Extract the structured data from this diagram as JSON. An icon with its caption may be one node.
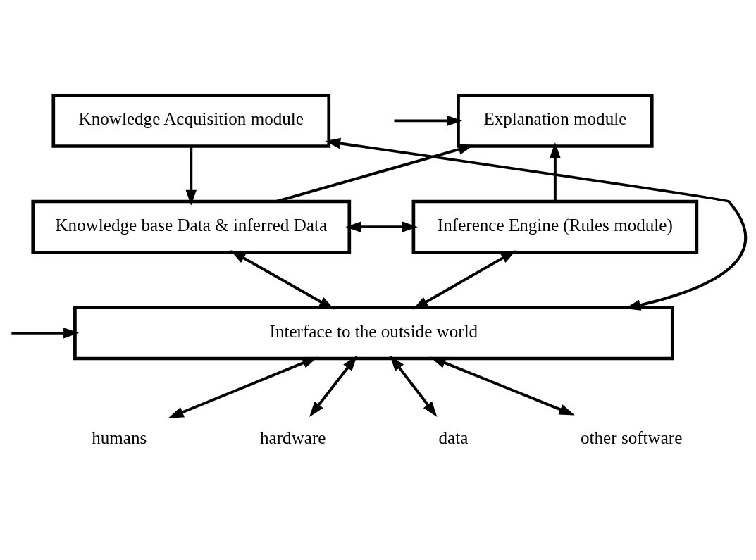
{
  "diagram": {
    "nodes": [
      {
        "text": [
          "Knowledge Acquisition module"
        ]
      },
      {
        "text": [
          "Explanation module"
        ]
      },
      {
        "text": [
          "Knowledge base Data & inferred Data"
        ]
      },
      {
        "text": [
          "Inference Engine (Rules module)"
        ]
      },
      {
        "text": [
          "Interface to the outside world"
        ]
      },
      {
        "text": [
          "humans"
        ]
      },
      {
        "text": [
          "hardware"
        ]
      },
      {
        "text": [
          "data"
        ]
      },
      {
        "text": [
          "other software"
        ]
      }
    ],
    "edges": [
      {
        "from": 0,
        "to": 2,
        "arrow": "to"
      },
      {
        "from": 2,
        "to": 1,
        "arrow": "to"
      },
      {
        "from": 2,
        "to": 3,
        "arrow": "both"
      },
      {
        "from": 3,
        "to": 1,
        "arrow": "to"
      },
      {
        "from": 2,
        "to": 4,
        "arrow": "both"
      },
      {
        "from": 3,
        "to": 4,
        "arrow": "both"
      },
      {
        "from": 4,
        "to": 0,
        "arrow": "both"
      },
      {
        "from": null,
        "to": 1,
        "arrow": "to"
      },
      {
        "from": null,
        "to": 4,
        "arrow": "to"
      },
      {
        "from": 4,
        "to": 5,
        "arrow": "both"
      },
      {
        "from": 4,
        "to": 6,
        "arrow": "both"
      },
      {
        "from": 4,
        "to": 7,
        "arrow": "both"
      },
      {
        "from": 4,
        "to": 8,
        "arrow": "both"
      }
    ]
  }
}
